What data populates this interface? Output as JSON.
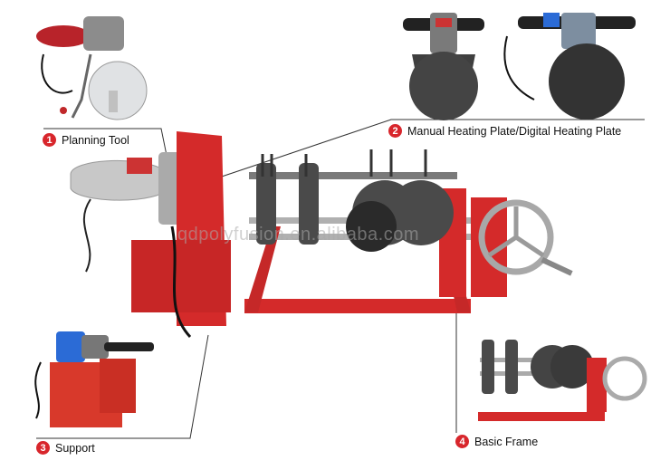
{
  "callouts": [
    {
      "number": "1",
      "label": "Planning Tool"
    },
    {
      "number": "2",
      "label": "Manual Heating Plate/Digital Heating Plate"
    },
    {
      "number": "3",
      "label": "Support"
    },
    {
      "number": "4",
      "label": "Basic Frame"
    }
  ],
  "watermark": "qdpolyfusion.en.alibaba.com",
  "colors": {
    "machine_red": "#d42a2a",
    "badge_red": "#d8262c",
    "steel": "#9aa0a6",
    "dark_plate": "#3a3a3a",
    "handle_blue": "#2b6bd6"
  }
}
